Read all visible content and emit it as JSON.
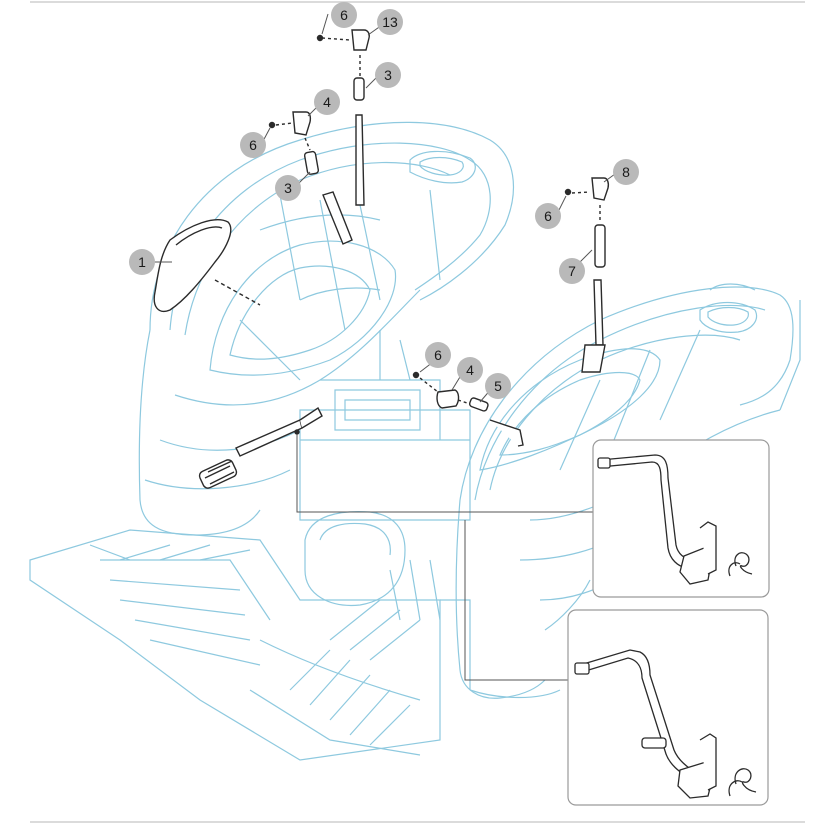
{
  "diagram": {
    "callouts": [
      {
        "id": "c6a",
        "label": "6"
      },
      {
        "id": "c13",
        "label": "13"
      },
      {
        "id": "c3a",
        "label": "3"
      },
      {
        "id": "c4a",
        "label": "4"
      },
      {
        "id": "c6b",
        "label": "6"
      },
      {
        "id": "c3b",
        "label": "3"
      },
      {
        "id": "c8",
        "label": "8"
      },
      {
        "id": "c6c",
        "label": "6"
      },
      {
        "id": "c7",
        "label": "7"
      },
      {
        "id": "c1",
        "label": "1"
      },
      {
        "id": "c6d",
        "label": "6"
      },
      {
        "id": "c4b",
        "label": "4"
      },
      {
        "id": "c5",
        "label": "5"
      }
    ],
    "colors": {
      "body_outline": "#8ec9df",
      "part_line": "#2b2b2b",
      "callout_fill": "#b9b9b9",
      "detail_border": "#9a9a9a"
    }
  }
}
